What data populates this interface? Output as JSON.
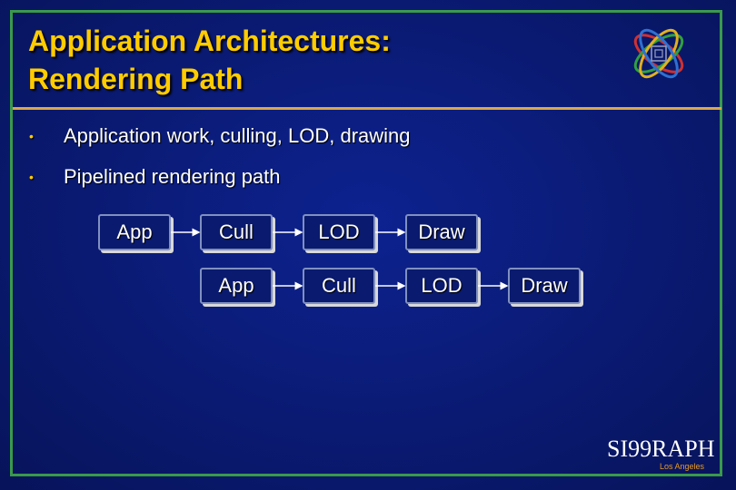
{
  "slide": {
    "title_line1": "Application Architectures:",
    "title_line2": "Rendering Path",
    "bullets": [
      "Application work, culling, LOD, drawing",
      "Pipelined rendering path"
    ]
  },
  "pipeline": {
    "row1": [
      "App",
      "Cull",
      "LOD",
      "Draw"
    ],
    "row2": [
      "App",
      "Cull",
      "LOD",
      "Draw"
    ]
  },
  "branding": {
    "conference": "SI99RAPH",
    "location": "Los Angeles"
  },
  "colors": {
    "background": "#0a1a6e",
    "title": "#ffcc00",
    "frame": "#3a9a4a",
    "rule": "#d9a84a",
    "location": "#e89a20"
  },
  "icons": {
    "bullet": "bullet-dot-icon",
    "logo": "siggraph-logo-icon",
    "arrow": "right-arrow-icon"
  }
}
